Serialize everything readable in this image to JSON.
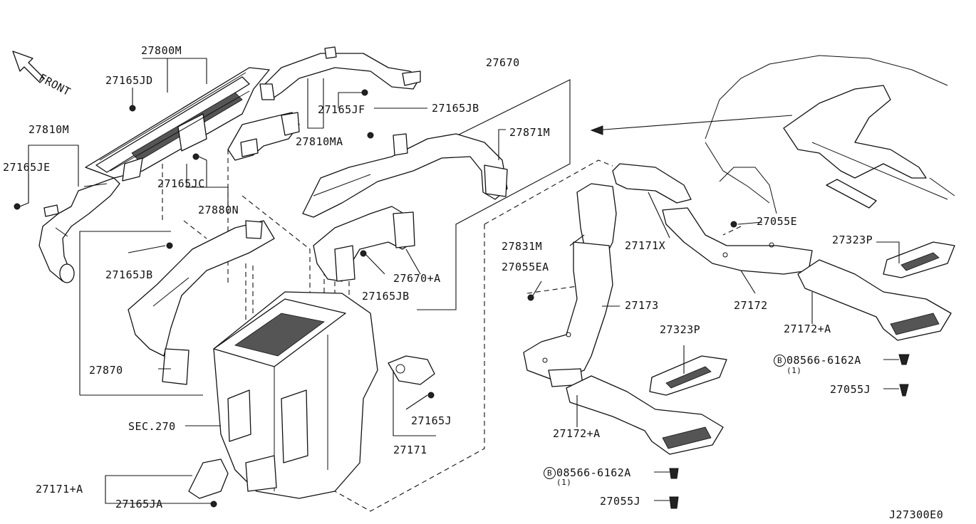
{
  "direction": {
    "front_label": "FRONT"
  },
  "labels": {
    "p27800M": "27800M",
    "p27165JD": "27165JD",
    "p27670": "27670",
    "p27165JF": "27165JF",
    "p27165JB_top": "27165JB",
    "p27810MA": "27810MA",
    "p27871M": "27871M",
    "p27810M": "27810M",
    "p27165JE": "27165JE",
    "p27165JC": "27165JC",
    "p27880N": "27880N",
    "p27165JB_left": "27165JB",
    "p27670A": "27670+A",
    "p27165JB_mid": "27165JB",
    "p27870": "27870",
    "sec270": "SEC.270",
    "p27165J": "27165J",
    "p27171": "27171",
    "p27171A": "27171+A",
    "p27165JA": "27165JA",
    "p27831M": "27831M",
    "p27055EA": "27055EA",
    "p27171X": "27171X",
    "p27055E": "27055E",
    "p27323P_right": "27323P",
    "p27172": "27172",
    "p27173": "27173",
    "p27172A_right": "27172+A",
    "p27323P_mid": "27323P",
    "p08566_right": "08566-6162A",
    "qty_right": "(1)",
    "p27055J_right": "27055J",
    "p27172A_mid": "27172+A",
    "p08566_bottom": "08566-6162A",
    "qty_bottom": "(1)",
    "p27055J_bottom": "27055J",
    "diagram_code": "J27300E0"
  },
  "bolt_marker": "B"
}
